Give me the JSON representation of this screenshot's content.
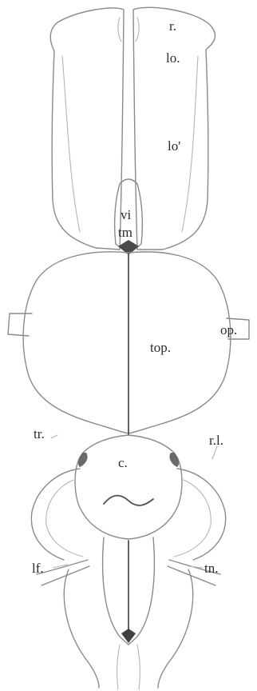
{
  "figure": {
    "labels": {
      "r": "r.",
      "lo": "lo.",
      "lo_prime": "lo'",
      "vi": "vi",
      "tm": "tm",
      "top": "top.",
      "op": "op.",
      "tr": "tr.",
      "rl": "r.l.",
      "c": "c.",
      "lf": "lf.",
      "tn": "tn."
    }
  }
}
